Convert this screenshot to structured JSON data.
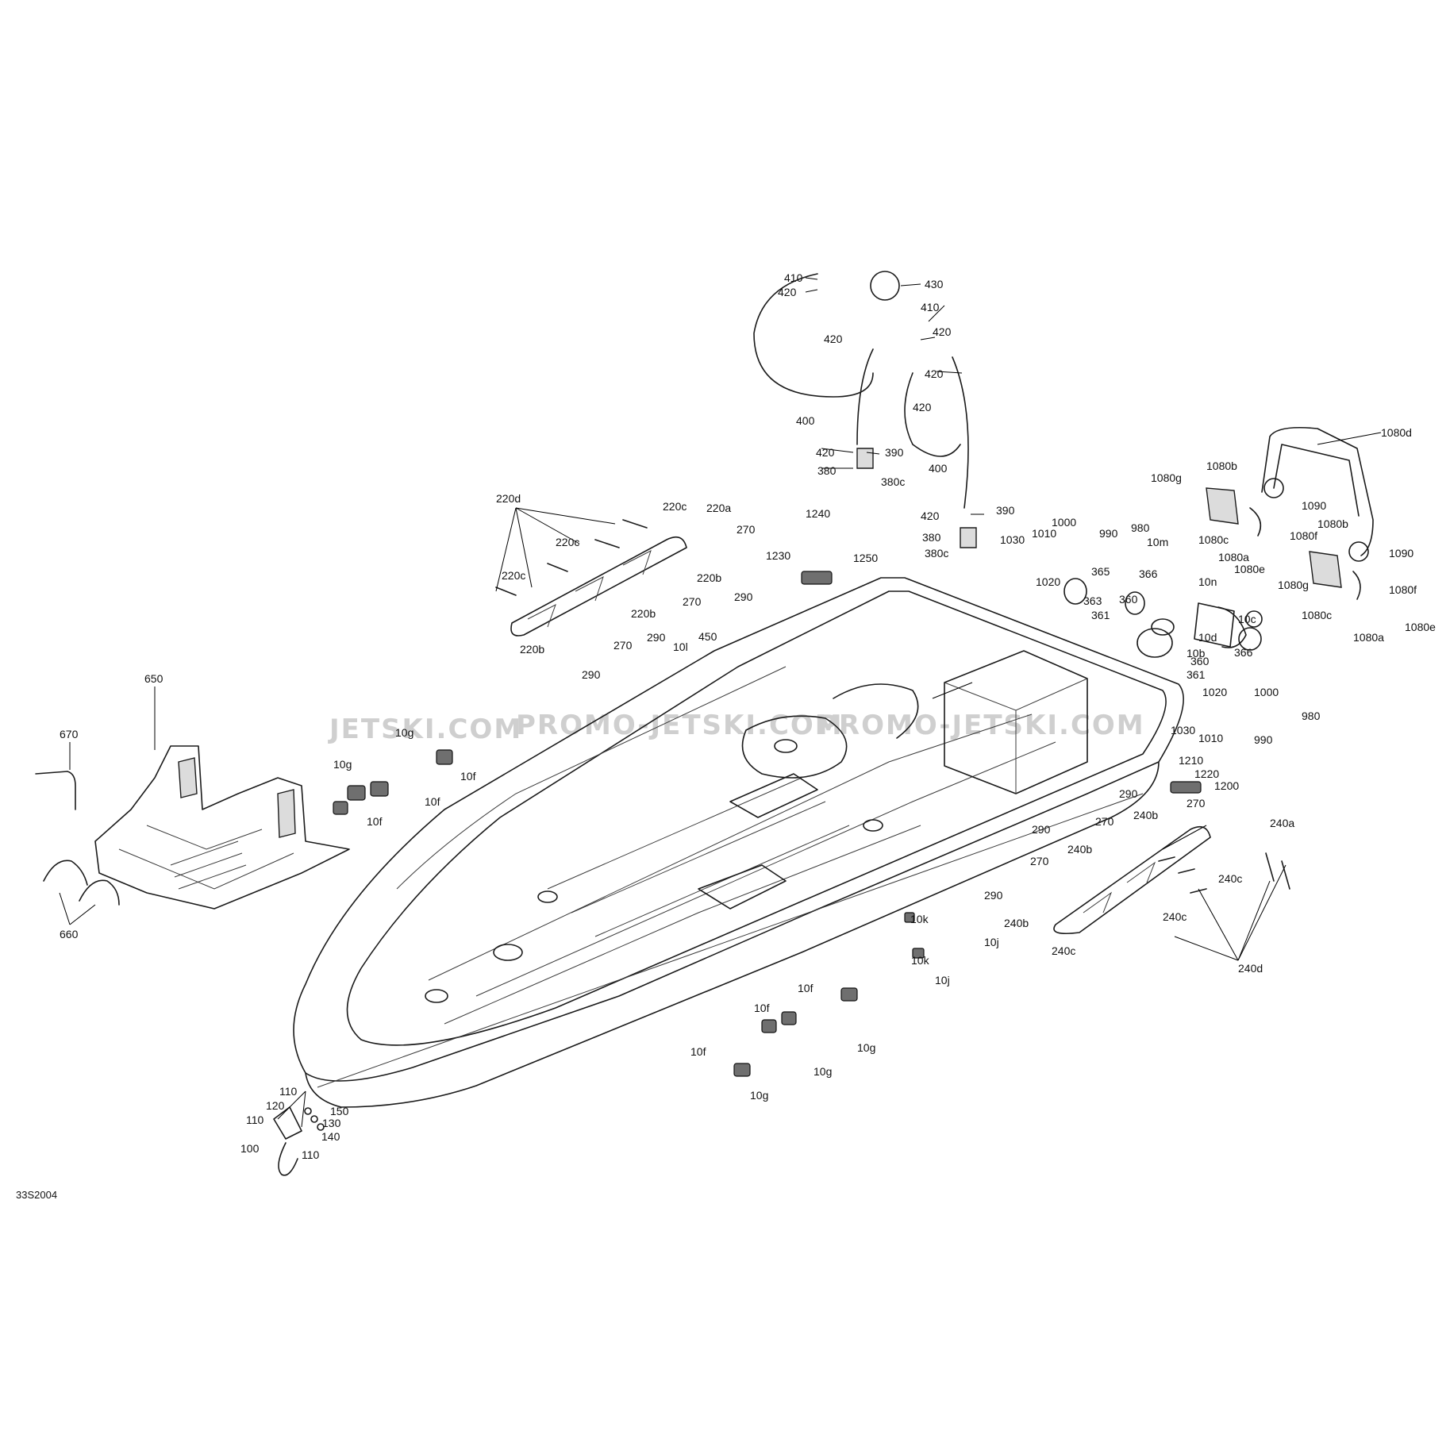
{
  "diagram_code": "33S2004",
  "watermark": {
    "parts": [
      "JETSKI.COM",
      "PROMO-JETSKI.COM",
      "PROMO-JETSKI.COM"
    ]
  },
  "labels": [
    "410",
    "420",
    "430",
    "410",
    "420",
    "420",
    "420",
    "420",
    "400",
    "420",
    "390",
    "380",
    "380c",
    "400",
    "420",
    "390",
    "380",
    "380c",
    "1240",
    "1250",
    "1230",
    "220d",
    "220c",
    "220a",
    "220c",
    "220c",
    "270",
    "220b",
    "290",
    "270",
    "220b",
    "290",
    "450",
    "270",
    "10l",
    "220b",
    "290",
    "1000",
    "1010",
    "990",
    "980",
    "1030",
    "1020",
    "365",
    "366",
    "363",
    "360",
    "361",
    "10c",
    "10d",
    "10b",
    "360",
    "366",
    "361",
    "1020",
    "1000",
    "1030",
    "1010",
    "990",
    "980",
    "1080d",
    "1080g",
    "1080b",
    "1090",
    "1080c",
    "1080f",
    "1080b",
    "10m",
    "1080a",
    "1080e",
    "10n",
    "1080g",
    "1090",
    "1080f",
    "1080c",
    "1080e",
    "1080a",
    "650",
    "670",
    "10g",
    "10f",
    "10g",
    "10f",
    "10f",
    "660",
    "1210",
    "1220",
    "1200",
    "290",
    "270",
    "240b",
    "240a",
    "290",
    "270",
    "240b",
    "270",
    "290",
    "240b",
    "240c",
    "240c",
    "240c",
    "240d",
    "10k",
    "10j",
    "10k",
    "10j",
    "10f",
    "10f",
    "10g",
    "10f",
    "10g",
    "10g",
    "110",
    "120",
    "150",
    "130",
    "110",
    "140",
    "100",
    "110"
  ]
}
